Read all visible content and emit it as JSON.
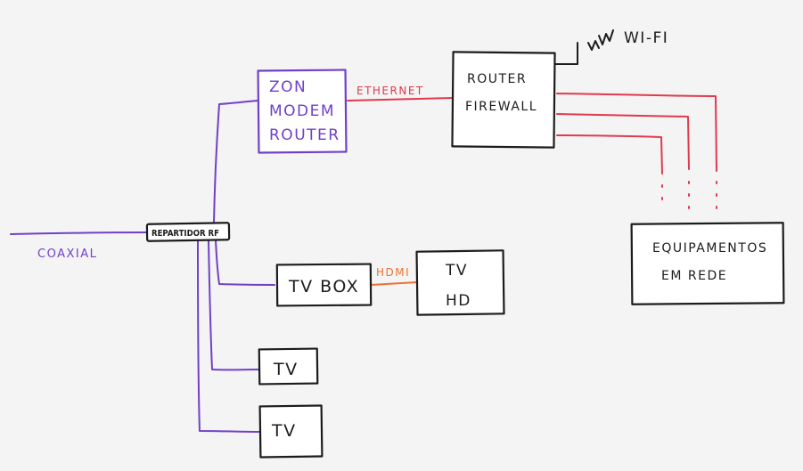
{
  "colors": {
    "ink": "#1c1c1c",
    "coax": "#7040c8",
    "ethernet": "#e03a4e",
    "hdmi": "#f07030"
  },
  "labels": {
    "coaxial": "COAXIAL",
    "splitter": "REPARTIDOR RF",
    "modem_line1": "ZON",
    "modem_line2": "MODEM",
    "modem_line3": "ROUTER",
    "ethernet": "ETHERNET",
    "router_line1": "ROUTER",
    "router_line2": "FIREWALL",
    "wifi": "WI-FI",
    "equip_line1": "EQUIPAMENTOS",
    "equip_line2": "EM REDE",
    "tvbox": "TV BOX",
    "hdmi": "HDMI",
    "tvhd_line1": "TV",
    "tvhd_line2": "HD",
    "tv1": "TV",
    "tv2": "TV"
  }
}
